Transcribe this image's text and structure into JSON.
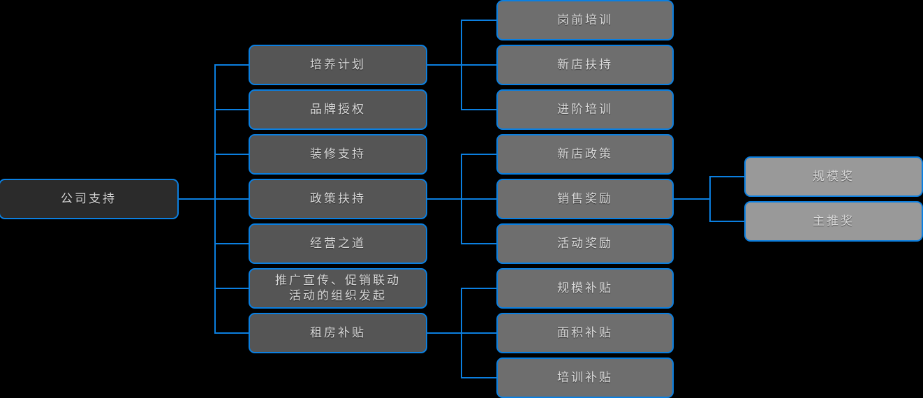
{
  "diagram": {
    "title": "公司支持",
    "colors": {
      "background": "#000000",
      "connector": "#0b7fe0",
      "border": "#0b7fe0",
      "level0_fill": "#2b2b2b",
      "level1_fill": "#555555",
      "level2_fill": "#6e6e6e",
      "level3_fill": "#999999",
      "text": "#d8d8d8"
    },
    "root": {
      "label": "公司支持",
      "level": 0
    },
    "level1": [
      {
        "label": "培养计划",
        "level": 1
      },
      {
        "label": "品牌授权",
        "level": 1
      },
      {
        "label": "装修支持",
        "level": 1
      },
      {
        "label": "政策扶持",
        "level": 1
      },
      {
        "label": "经营之道",
        "level": 1
      },
      {
        "label": "推广宣传、促销联动\n活动的组织发起",
        "level": 1
      },
      {
        "label": "租房补贴",
        "level": 1
      }
    ],
    "level2": [
      {
        "label": "岗前培训",
        "parent": "培养计划",
        "level": 2
      },
      {
        "label": "新店扶持",
        "parent": "培养计划",
        "level": 2
      },
      {
        "label": "进阶培训",
        "parent": "培养计划",
        "level": 2
      },
      {
        "label": "新店政策",
        "parent": "政策扶持",
        "level": 2
      },
      {
        "label": "销售奖励",
        "parent": "政策扶持",
        "level": 2
      },
      {
        "label": "活动奖励",
        "parent": "政策扶持",
        "level": 2
      },
      {
        "label": "规模补贴",
        "parent": "租房补贴",
        "level": 2
      },
      {
        "label": "面积补贴",
        "parent": "租房补贴",
        "level": 2
      },
      {
        "label": "培训补贴",
        "parent": "租房补贴",
        "level": 2
      }
    ],
    "level3": [
      {
        "label": "规模奖",
        "parent": "销售奖励",
        "level": 3
      },
      {
        "label": "主推奖",
        "parent": "销售奖励",
        "level": 3
      }
    ]
  }
}
